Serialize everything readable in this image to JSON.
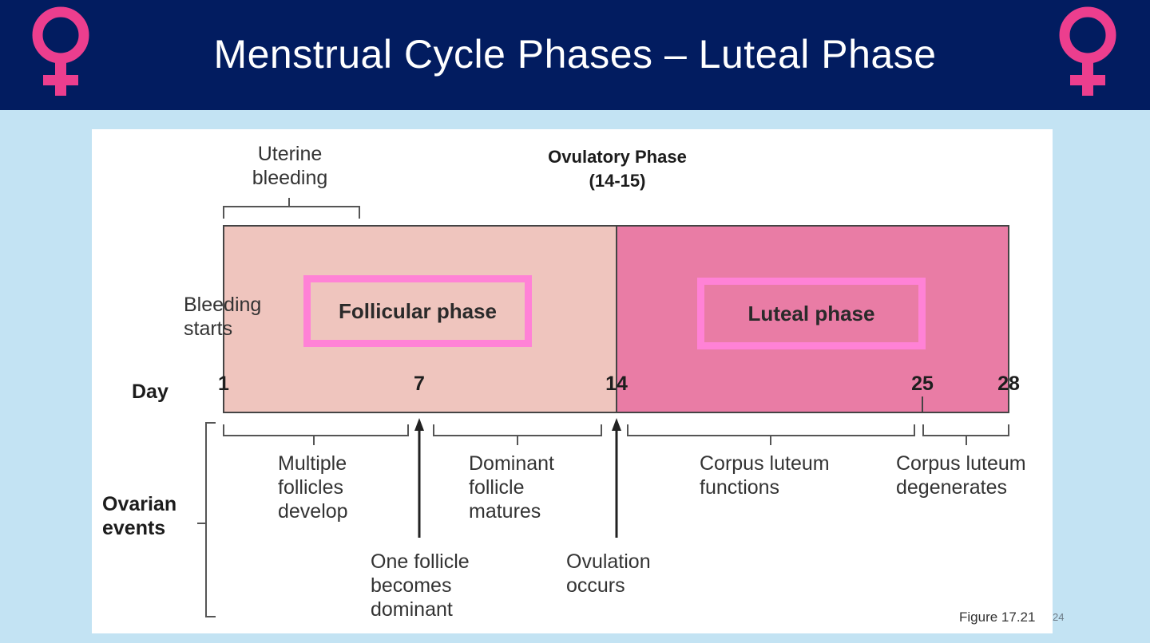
{
  "slide": {
    "title": "Menstrual Cycle Phases – Luteal Phase",
    "slide_number": "24",
    "icons": [
      "female-symbol-icon",
      "female-symbol-icon"
    ],
    "colors": {
      "header_bg": "#021c60",
      "slide_bg": "#c3e3f3",
      "follicular_fill": "#efc5be",
      "luteal_fill": "#e97ca5",
      "phase_box_border": "#ff82d6",
      "venus_symbol": "#ec3e8e"
    }
  },
  "diagram": {
    "uterine_bleeding": "Uterine\nbleeding",
    "ovulatory_phase": "Ovulatory Phase\n(14-15)",
    "bleeding_starts": "Bleeding\nstarts",
    "follicular_phase": "Follicular phase",
    "luteal_phase": "Luteal phase",
    "day_label": "Day",
    "days": [
      "1",
      "7",
      "14",
      "25",
      "28"
    ],
    "ovarian_events_label": "Ovarian\nevents",
    "events": {
      "multiple_follicles": "Multiple\nfollicles\ndevelop",
      "dominant_follicle": "Dominant\nfollicle\nmatures",
      "corpus_functions": "Corpus luteum\nfunctions",
      "corpus_degenerates": "Corpus luteum\ndegenerates",
      "one_follicle": "One follicle\nbecomes\ndominant",
      "ovulation": "Ovulation\noccurs"
    },
    "figure_label": "Figure 17.21"
  }
}
